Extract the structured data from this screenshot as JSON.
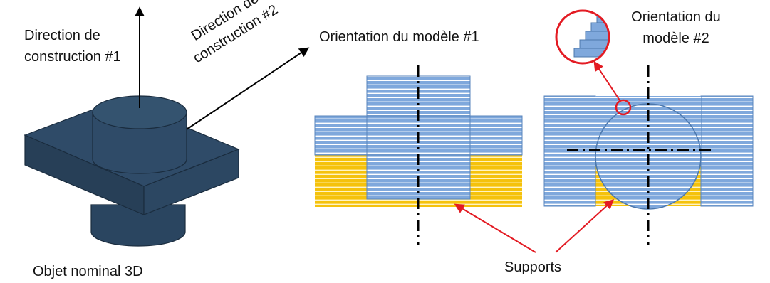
{
  "labels": {
    "build_direction_1_line1": "Direction de",
    "build_direction_1_line2": "construction #1",
    "build_direction_2_line1": "Direction de",
    "build_direction_2_line2": "construction #2",
    "orientation_1": "Orientation du modèle #1",
    "orientation_2_line1": "Orientation du",
    "orientation_2_line2": "modèle #2",
    "nominal_object": "Objet nominal 3D",
    "supports": "Supports"
  },
  "colors": {
    "object_fill": "#2e4a66",
    "object_edge": "#1a2c3e",
    "layer_blue": "#7fa8dc",
    "layer_line": "#ffffff",
    "support_yellow": "#f5c20c",
    "support_line": "#ffffff",
    "axis": "#000000",
    "callout_red": "#e31b23",
    "arrow": "#000000"
  }
}
